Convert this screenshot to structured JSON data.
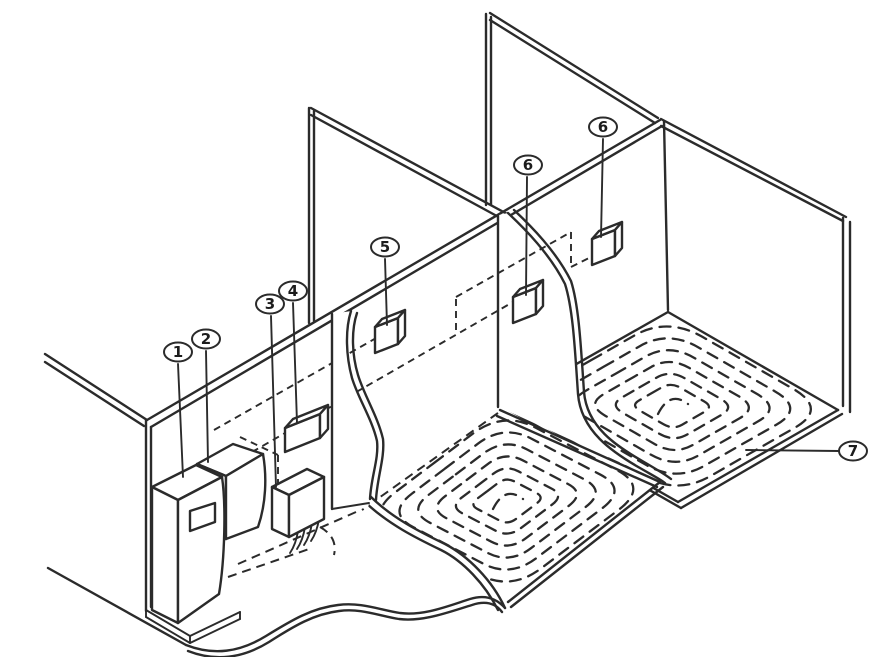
{
  "figure": {
    "background": "#ffffff",
    "line_color": "#2b2b2b"
  },
  "callouts": [
    {
      "label": "1"
    },
    {
      "label": "2"
    },
    {
      "label": "3"
    },
    {
      "label": "4"
    },
    {
      "label": "5"
    },
    {
      "label": "6"
    },
    {
      "label": "6"
    },
    {
      "label": "7"
    }
  ]
}
